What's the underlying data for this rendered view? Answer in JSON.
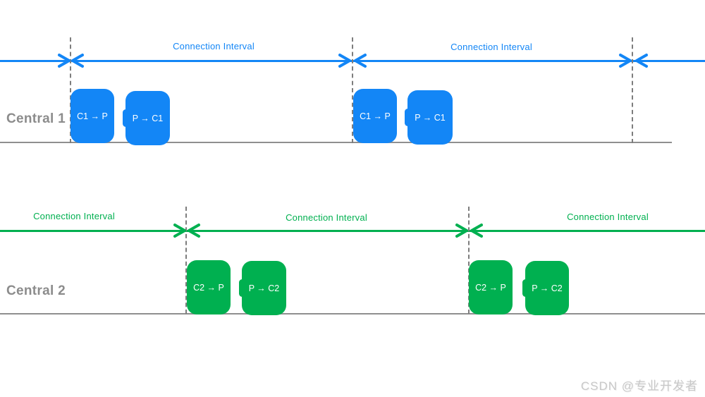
{
  "colors": {
    "blue": "#1386f6",
    "green": "#00b050",
    "label-gray": "#8c8c8c",
    "line-gray": "#8f8f8f",
    "dash-gray": "#7d7d7d",
    "watermark-gray": "#c8c8c8"
  },
  "central1": {
    "label": "Central 1",
    "interval_labels": [
      "Connection Interval",
      "Connection Interval"
    ],
    "events": [
      {
        "label": "C1 → P"
      },
      {
        "label": "P → C1"
      },
      {
        "label": "C1 → P"
      },
      {
        "label": "P → C1"
      }
    ]
  },
  "central2": {
    "label": "Central 2",
    "interval_labels": [
      "Connection Interval",
      "Connection Interval",
      "Connection Interval"
    ],
    "events": [
      {
        "label": "C2 → P"
      },
      {
        "label": "P → C2"
      },
      {
        "label": "C2 → P"
      },
      {
        "label": "P → C2"
      }
    ]
  },
  "watermark": "CSDN @专业开发者"
}
